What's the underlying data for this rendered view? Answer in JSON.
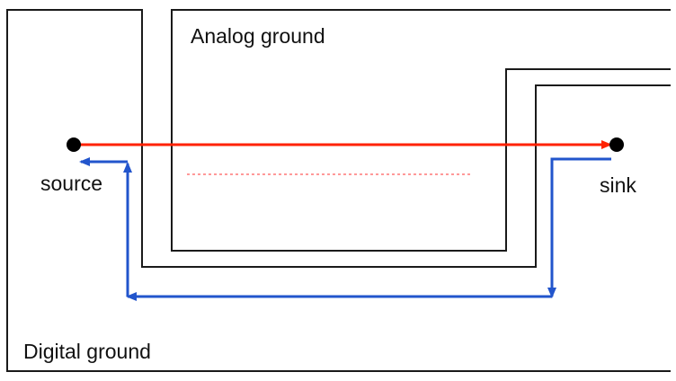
{
  "labels": {
    "analog_ground": "Analog ground",
    "digital_ground": "Digital ground",
    "source": "source",
    "sink": "sink"
  },
  "colors": {
    "signal": "#ff2200",
    "return_current": "#2255cc",
    "dotted_line": "#ff9999",
    "plane_outline": "#1a1a1a",
    "node": "#000000"
  }
}
